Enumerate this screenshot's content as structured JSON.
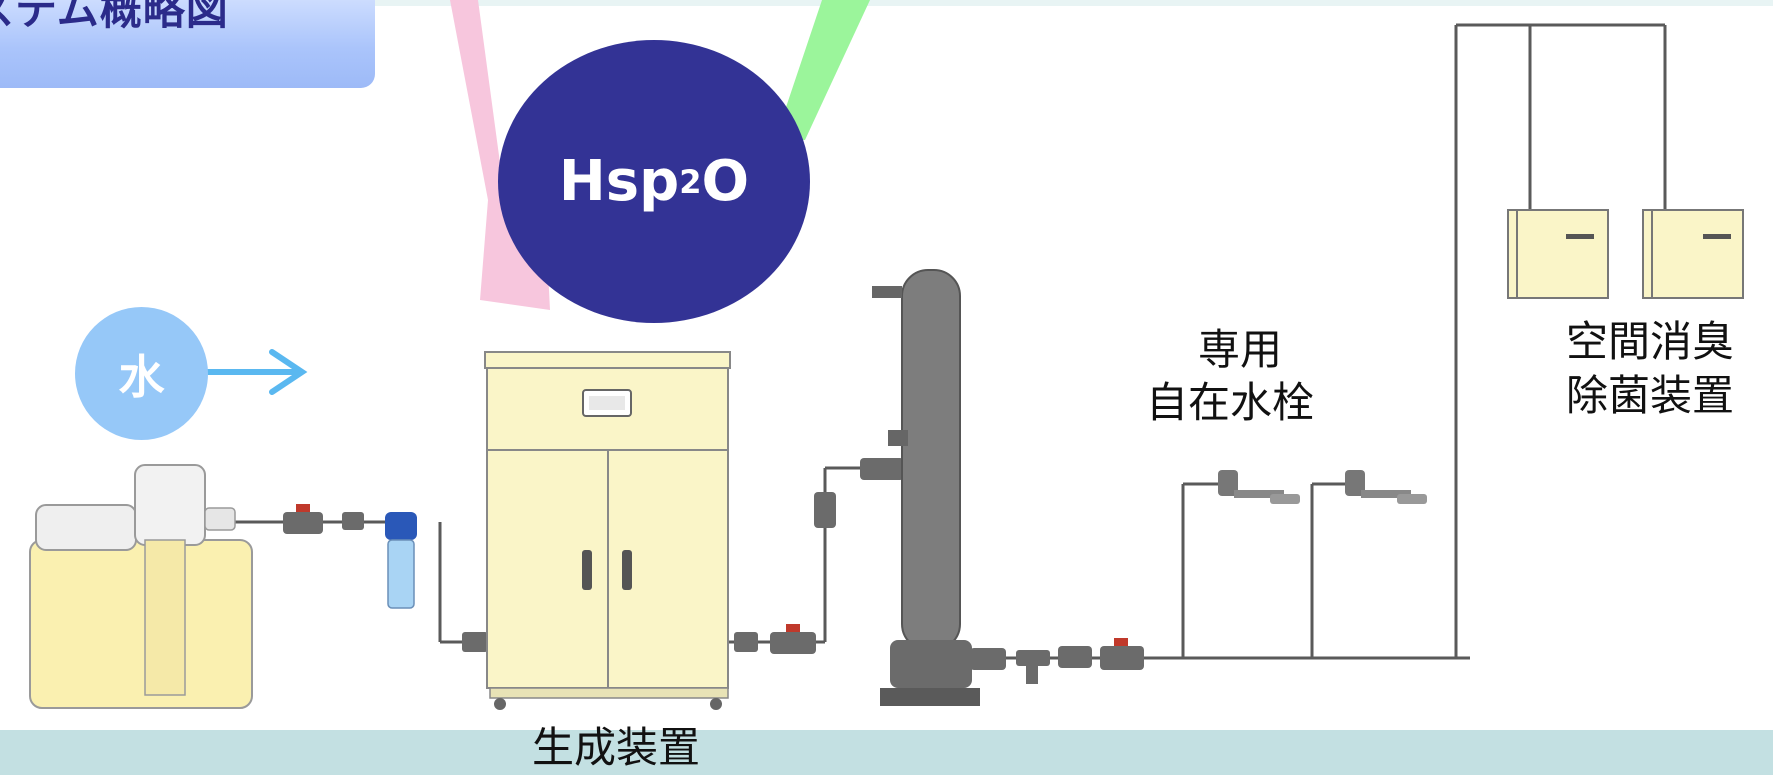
{
  "title": "ステム概略図",
  "bubbles": {
    "water": "水",
    "hsp_main": "Hsp",
    "hsp_sub": "2",
    "hsp_tail": "O"
  },
  "labels": {
    "generator": "生成装置",
    "faucet_line1": "専用",
    "faucet_line2": "自在水栓",
    "deodorizer_line1": "空間消臭",
    "deodorizer_line2": "除菌装置"
  },
  "colors": {
    "background_band": "#c3e0e2",
    "diagram_panel": "#ffffff",
    "title_tab": "#a9c3f9",
    "title_text": "#2b2b8a",
    "hsp_circle": "#333395",
    "water_circle": "#96c8f8",
    "water_arrow": "#5ab8f0",
    "pink_arrow": "#f7c6dd",
    "green_arrow": "#9bf59b",
    "equipment_cream": "#faf5c8",
    "column_gray": "#7d7d7d"
  }
}
